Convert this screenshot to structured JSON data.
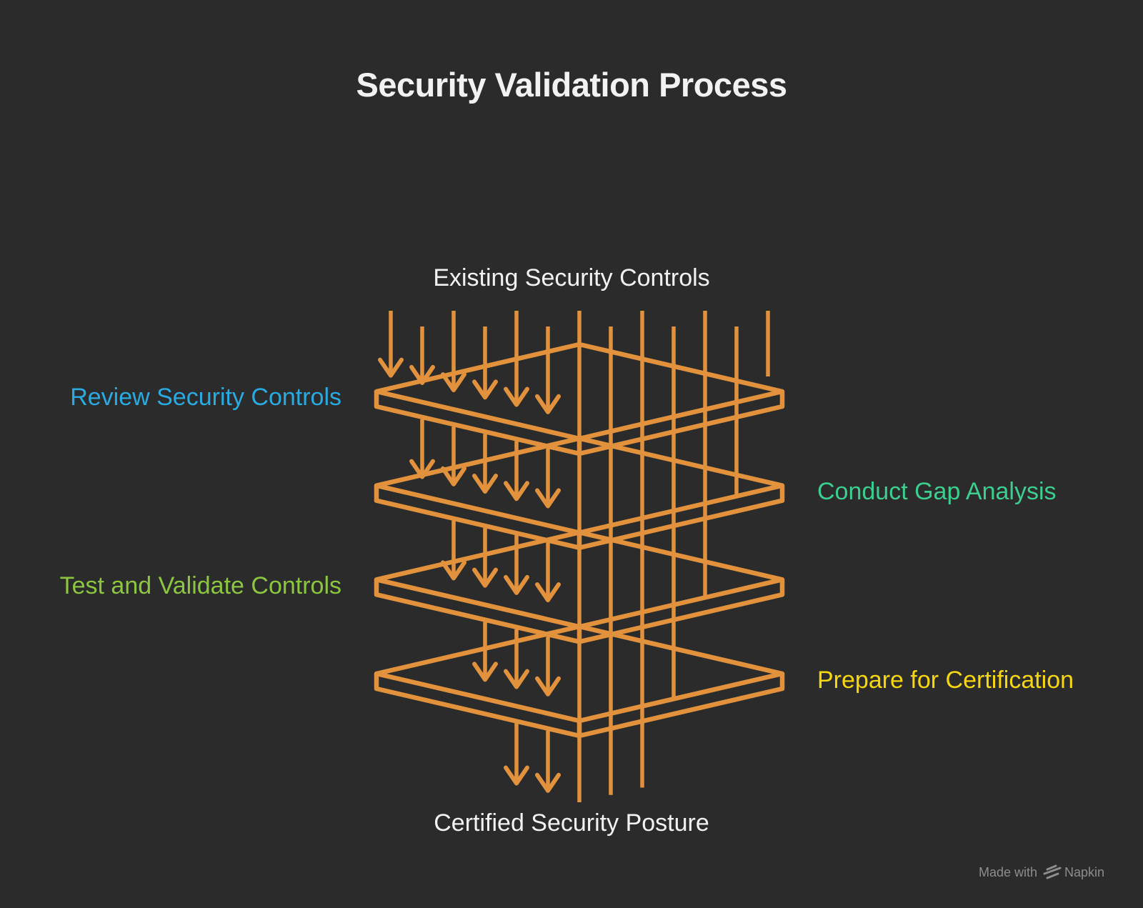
{
  "title": "Security Validation Process",
  "flow": {
    "input_label": "Existing Security Controls",
    "output_label": "Certified Security Posture"
  },
  "layers": [
    {
      "label": "Review Security Controls",
      "color": "#29ABE2",
      "side": "left"
    },
    {
      "label": "Conduct Gap Analysis",
      "color": "#3BCE8E",
      "side": "right"
    },
    {
      "label": "Test and Validate Controls",
      "color": "#8CC63F",
      "side": "left"
    },
    {
      "label": "Prepare for Certification",
      "color": "#F6D60F",
      "side": "right"
    }
  ],
  "funnel": {
    "lines_total": 13,
    "heads_per_gap": [
      6,
      5,
      4,
      3,
      2
    ],
    "pass_lines_per_gap": [
      7,
      6,
      5,
      4,
      3
    ]
  },
  "colors": {
    "background": "#2B2B2B",
    "diagram_stroke": "#E2913C",
    "heading_text": "#F2F2F2",
    "watermark_text": "#8D8D8D"
  },
  "watermark": {
    "prefix": "Made with",
    "brand": "Napkin",
    "logo_icon": "napkin-logo"
  }
}
